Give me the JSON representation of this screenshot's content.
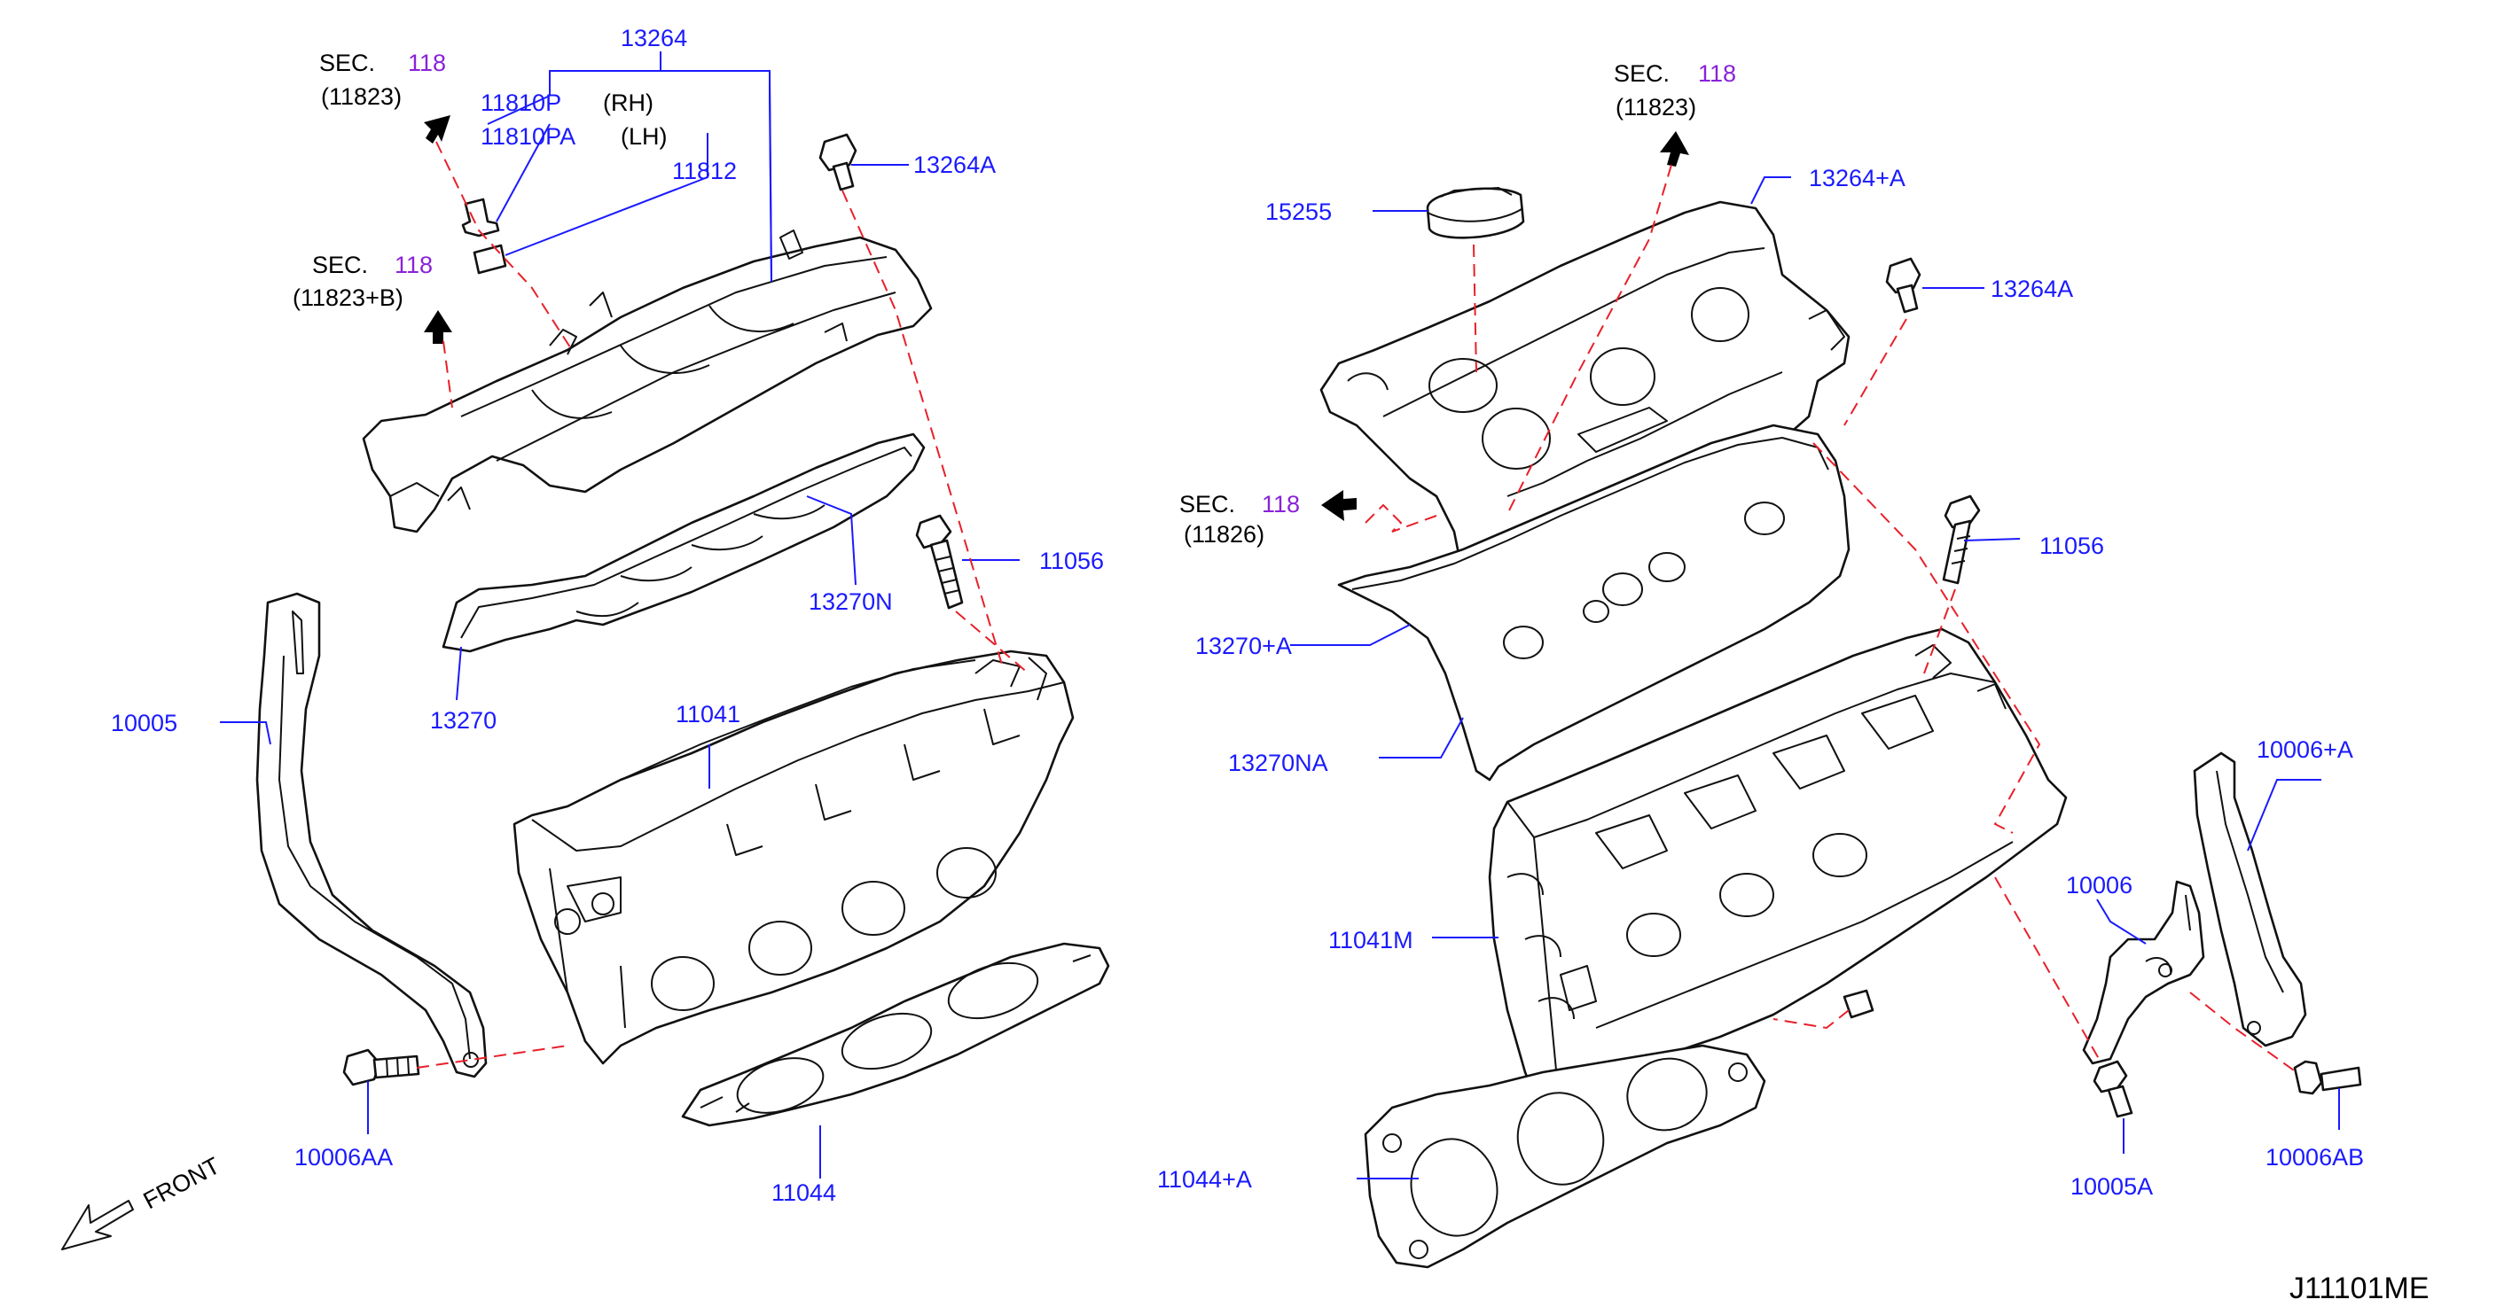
{
  "sec": {
    "left_top": {
      "prefix": "SEC.",
      "num": "118",
      "ref": "(11823)"
    },
    "left_mid": {
      "prefix": "SEC.",
      "num": "118",
      "ref": "(11823+B)"
    },
    "right_top": {
      "prefix": "SEC.",
      "num": "118",
      "ref": "(11823)"
    },
    "right_mid": {
      "prefix": "SEC.",
      "num": "118",
      "ref": "(11826)"
    }
  },
  "labels": {
    "p13264": "13264",
    "p11810P": "11810P",
    "rh": "(RH)",
    "p11810PA": "11810PA",
    "lh": "(LH)",
    "p11812": "11812",
    "p13264A_l": "13264A",
    "p11056_l": "11056",
    "p13270N": "13270N",
    "p13270": "13270",
    "p10005": "10005",
    "p11041": "11041",
    "p10006AA": "10006AA",
    "p11044": "11044",
    "front": "FRONT",
    "p15255": "15255",
    "p13264pA": "13264+A",
    "p13264A_r": "13264A",
    "p11056_r": "11056",
    "p13270pA": "13270+A",
    "p13270NA": "13270NA",
    "p10006pA": "10006+A",
    "p10006": "10006",
    "p11041M": "11041M",
    "p11044pA": "11044+A",
    "p10005A": "10005A",
    "p10006AB": "10006AB",
    "diagram_code": "J11101ME"
  },
  "colors": {
    "part_number": "#1a1aff",
    "section_number": "#8a22d8",
    "leader_dashed": "#e8202a"
  }
}
